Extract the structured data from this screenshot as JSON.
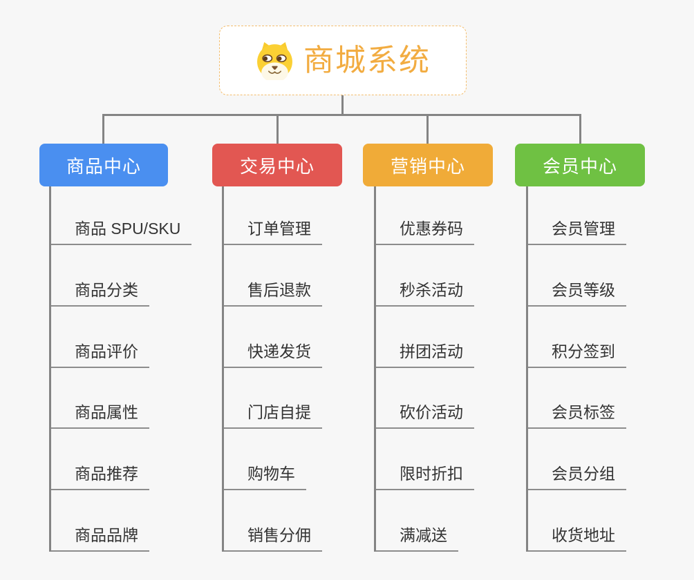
{
  "page": {
    "background_color": "#f7f7f7",
    "connector_color": "#848484",
    "underline_color": "#8c8c8c",
    "child_text_color": "#333333"
  },
  "root": {
    "title": "商城系统",
    "icon": "dog-face-icon",
    "title_color": "#f2ac41",
    "border_color": "#f3bd6d"
  },
  "branches": [
    {
      "label": "商品中心",
      "color": "#4a8ff0",
      "children": [
        "商品 SPU/SKU",
        "商品分类",
        "商品评价",
        "商品属性",
        "商品推荐",
        "商品品牌"
      ]
    },
    {
      "label": "交易中心",
      "color": "#e25752",
      "children": [
        "订单管理",
        "售后退款",
        "快递发货",
        "门店自提",
        "购物车",
        "销售分佣"
      ]
    },
    {
      "label": "营销中心",
      "color": "#f0ab38",
      "children": [
        "优惠券码",
        "秒杀活动",
        "拼团活动",
        "砍价活动",
        "限时折扣",
        "满减送"
      ]
    },
    {
      "label": "会员中心",
      "color": "#6fc143",
      "children": [
        "会员管理",
        "会员等级",
        "积分签到",
        "会员标签",
        "会员分组",
        "收货地址"
      ]
    }
  ]
}
